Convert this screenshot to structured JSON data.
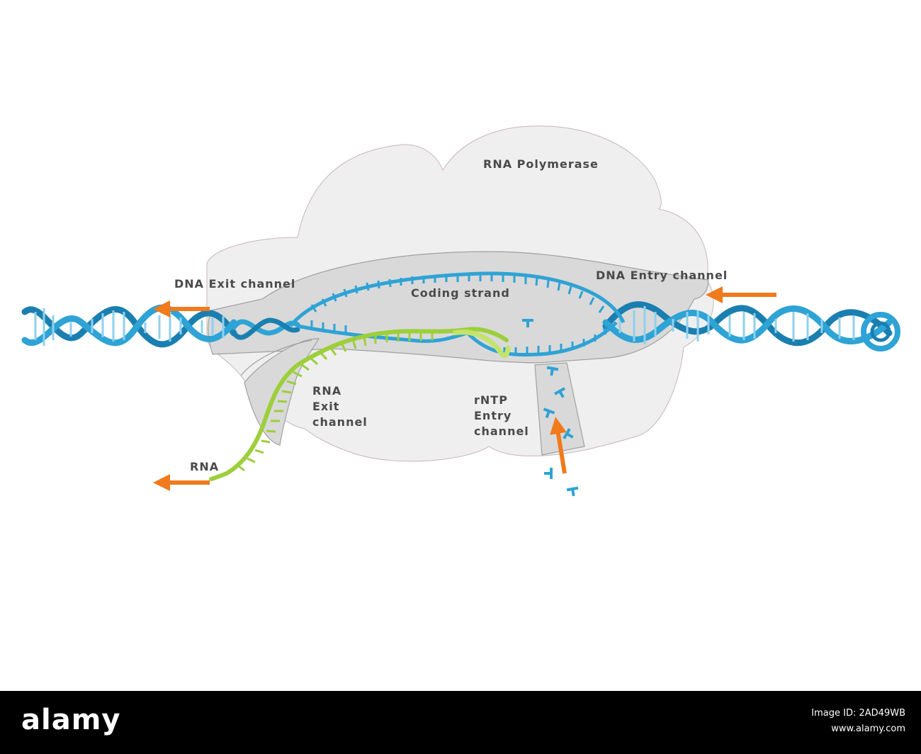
{
  "diagram": {
    "labels": {
      "polymerase": "RNA Polymerase",
      "dna_exit": "DNA Exit channel",
      "dna_entry": "DNA Entry channel",
      "coding_strand": "Coding strand",
      "rna_exit_line1": "RNA",
      "rna_exit_line2": "Exit",
      "rna_exit_line3": "channel",
      "rntp_line1": "rNTP",
      "rntp_line2": "Entry",
      "rntp_line3": "channel",
      "rna": "RNA"
    },
    "colors": {
      "dna": "#2ea3d5",
      "dna_dark": "#1a7fb0",
      "rna": "#9ccf3a",
      "polymerase_fill": "#efefef",
      "channel_fill": "#d9d9d9",
      "arrow": "#f07a1c",
      "label_text": "#4a4a4a"
    }
  },
  "footer": {
    "logo": "alamy",
    "image_id_line": "Image ID: 2AD49WB",
    "site_line": "www.alamy.com"
  }
}
